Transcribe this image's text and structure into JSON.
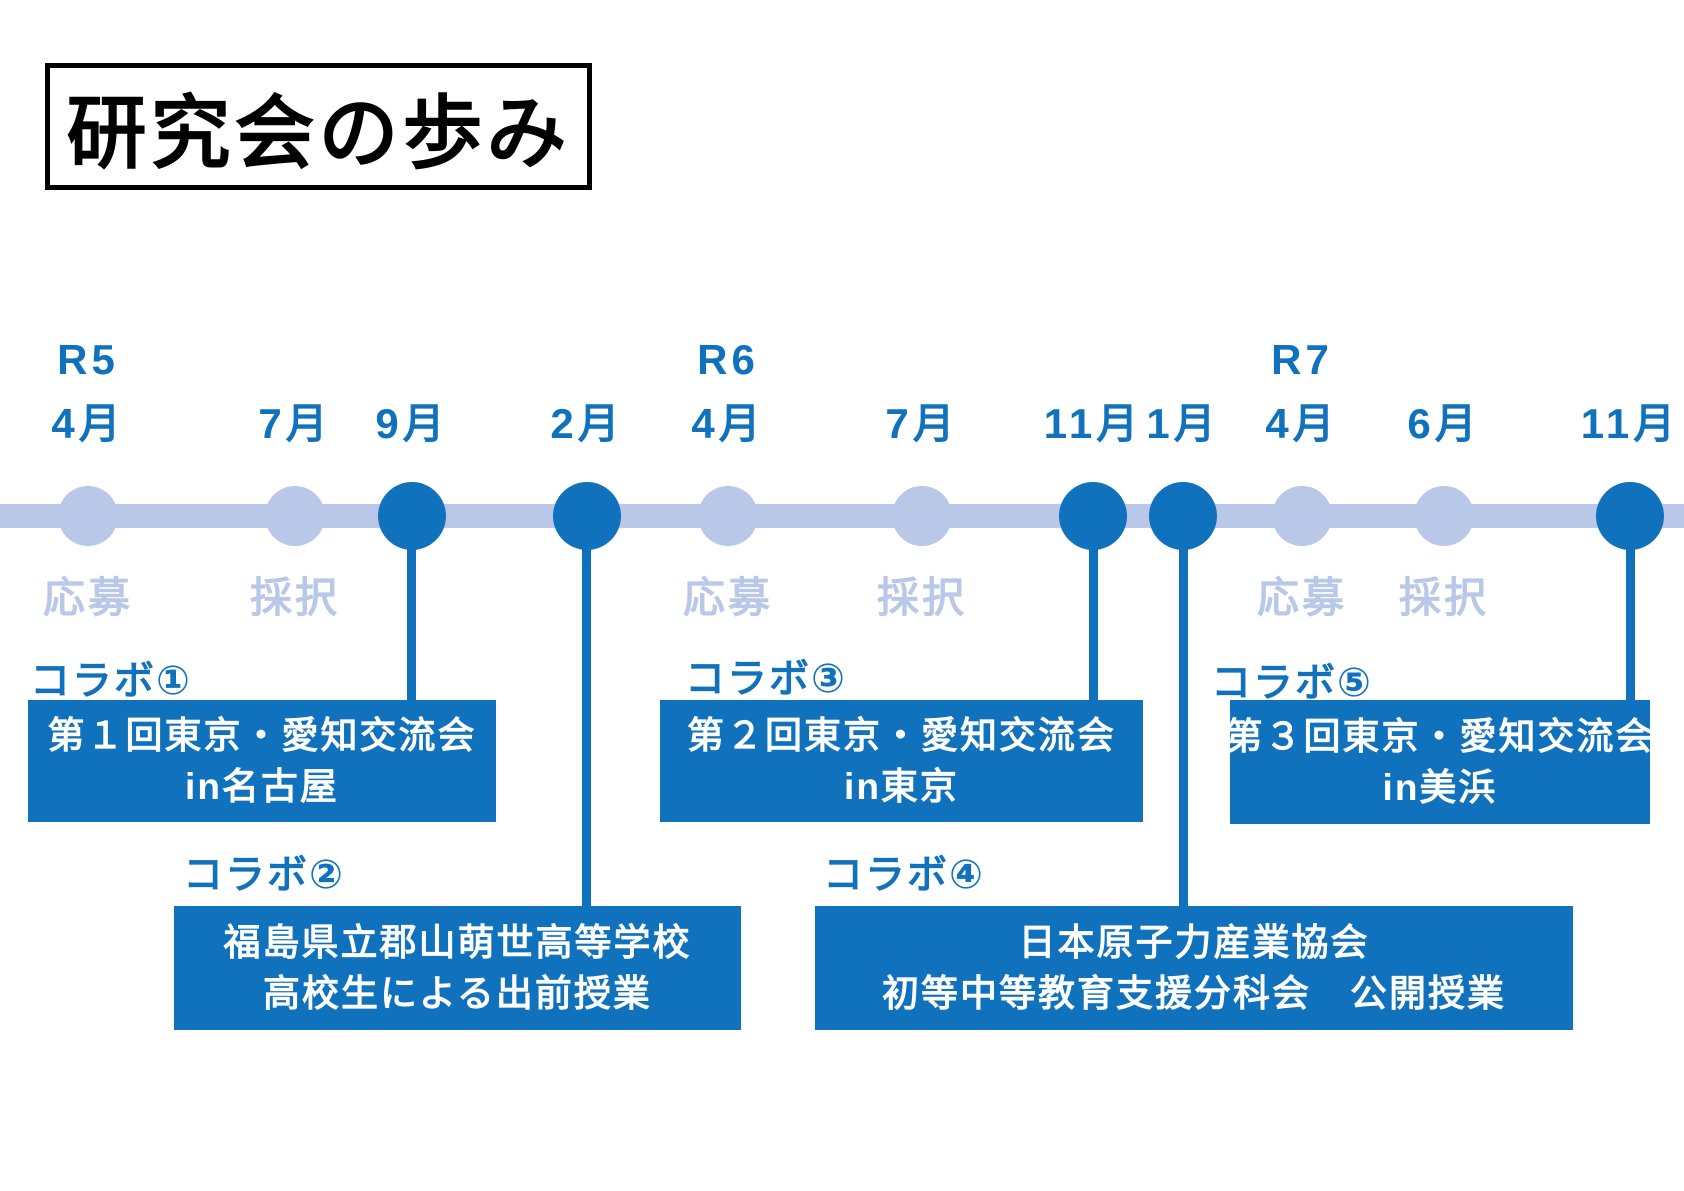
{
  "title": "研究会の歩み",
  "colors": {
    "accent_blue": "#1071bc",
    "pale_blue": "#b9c8e8",
    "title_text": "#000000",
    "box_text": "#ffffff"
  },
  "timeline": {
    "milestones": [
      {
        "year": "R5",
        "month": "4月",
        "kind": "light",
        "phase": "応募"
      },
      {
        "month": "7月",
        "kind": "light",
        "phase": "採択"
      },
      {
        "month": "9月",
        "kind": "dark"
      },
      {
        "month": "2月",
        "kind": "dark"
      },
      {
        "year": "R6",
        "month": "4月",
        "kind": "light",
        "phase": "応募"
      },
      {
        "month": "7月",
        "kind": "light",
        "phase": "採択"
      },
      {
        "month": "11月",
        "kind": "dark"
      },
      {
        "month": "1月",
        "kind": "dark"
      },
      {
        "year": "R7",
        "month": "4月",
        "kind": "light",
        "phase": "応募"
      },
      {
        "month": "6月",
        "kind": "light",
        "phase": "採択"
      },
      {
        "month": "11月",
        "kind": "dark"
      }
    ]
  },
  "events": [
    {
      "tag": "コラボ①",
      "line1": "第１回東京・愛知交流会",
      "line2": "in名古屋"
    },
    {
      "tag": "コラボ②",
      "line1": "福島県立郡山萌世高等学校",
      "line2": "高校生による出前授業"
    },
    {
      "tag": "コラボ③",
      "line1": "第２回東京・愛知交流会",
      "line2": "in東京"
    },
    {
      "tag": "コラボ④",
      "line1": "日本原子力産業協会",
      "line2": "初等中等教育支援分科会　公開授業"
    },
    {
      "tag": "コラボ⑤",
      "line1": "第３回東京・愛知交流会",
      "line2": "in美浜"
    }
  ]
}
